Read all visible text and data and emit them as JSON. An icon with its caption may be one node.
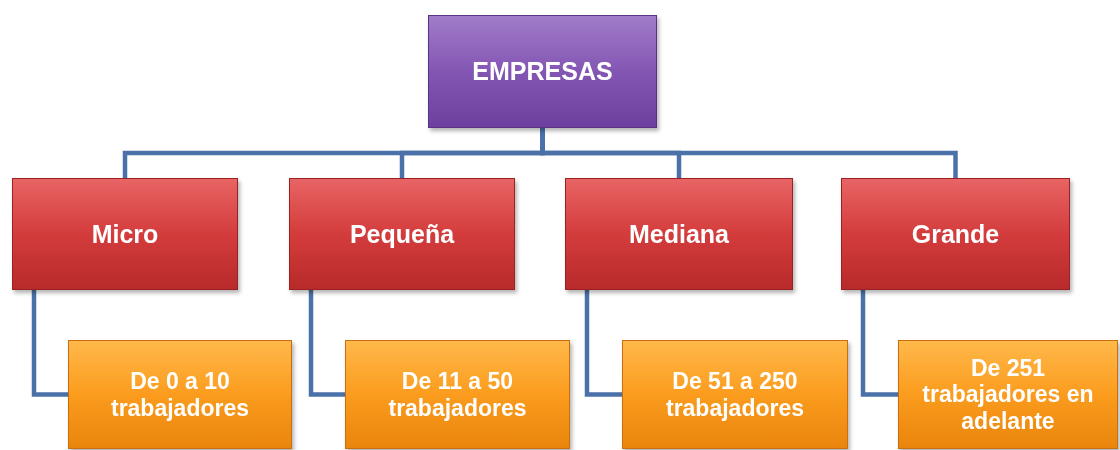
{
  "diagram": {
    "nodes": [
      {
        "text": [
          "EMPRESAS"
        ]
      },
      {
        "text": [
          "Micro"
        ]
      },
      {
        "text": [
          "Pequeña"
        ]
      },
      {
        "text": [
          "Mediana"
        ]
      },
      {
        "text": [
          "Grande"
        ]
      },
      {
        "text": [
          "De 0 a 10 trabajadores"
        ]
      },
      {
        "text": [
          "De 11 a 50 trabajadores"
        ]
      },
      {
        "text": [
          "De 51 a 250 trabajadores"
        ]
      },
      {
        "text": [
          "De 251 trabajadores en adelante"
        ]
      }
    ],
    "edges": [
      {
        "from": 0,
        "to": 1,
        "arrow": "none"
      },
      {
        "from": 0,
        "to": 2,
        "arrow": "none"
      },
      {
        "from": 0,
        "to": 3,
        "arrow": "none"
      },
      {
        "from": 0,
        "to": 4,
        "arrow": "none"
      },
      {
        "from": 1,
        "to": 5,
        "arrow": "none"
      },
      {
        "from": 2,
        "to": 6,
        "arrow": "none"
      },
      {
        "from": 3,
        "to": 7,
        "arrow": "none"
      },
      {
        "from": 4,
        "to": 8,
        "arrow": "none"
      }
    ]
  }
}
